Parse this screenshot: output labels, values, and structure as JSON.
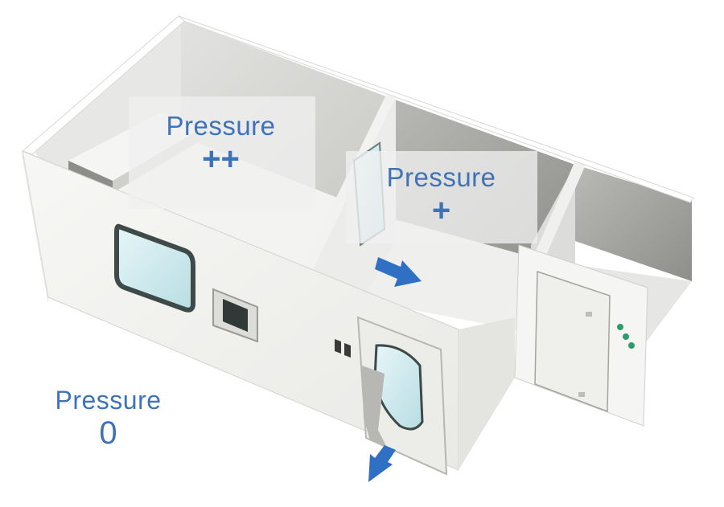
{
  "zones": {
    "high": {
      "title": "Pressure",
      "symbol": "++"
    },
    "mid": {
      "title": "Pressure",
      "symbol": "+"
    },
    "outside": {
      "title": "Pressure",
      "symbol": "0"
    }
  },
  "colors": {
    "label_blue": "#3f73b8",
    "arrow_blue": "#2f6fc4",
    "wall_white": "#f4f4f2",
    "window_glass": "#cfe9ee",
    "indicator_green": "#2e9b6e"
  }
}
